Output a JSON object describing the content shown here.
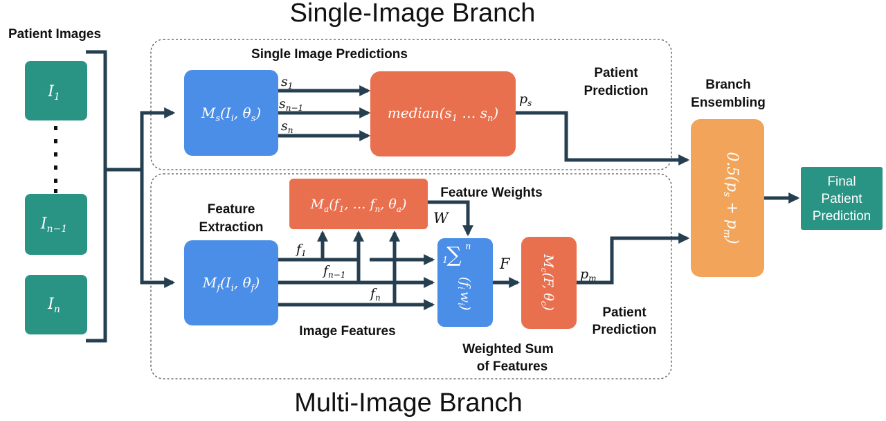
{
  "titles": {
    "single_branch": "Single-Image Branch",
    "multi_branch": "Multi-Image Branch"
  },
  "labels": {
    "patient_images": "Patient Images",
    "single_image_predictions": "Single Image Predictions",
    "patient_prediction_top_1": "Patient",
    "patient_prediction_top_2": "Prediction",
    "branch_ensembling_1": "Branch",
    "branch_ensembling_2": "Ensembling",
    "feature_extraction_1": "Feature",
    "feature_extraction_2": "Extraction",
    "feature_weights": "Feature Weights",
    "image_features": "Image Features",
    "weighted_sum_1": "Weighted Sum",
    "weighted_sum_2": "of Features",
    "patient_prediction_bottom_1": "Patient",
    "patient_prediction_bottom_2": "Prediction"
  },
  "images": {
    "i1": "I",
    "i1_sub": "1",
    "in1": "I",
    "in1_sub": "n−1",
    "in": "I",
    "in_sub": "n"
  },
  "boxes": {
    "ms": "M",
    "ms_sub": "s",
    "ms_args": "(I",
    "ms_args_sub": "i",
    "ms_args_rest": ", θ",
    "ms_theta_sub": "s",
    "ms_close": ")",
    "median": "median(s",
    "median_sub1": "1",
    "median_dots": " … s",
    "median_subn": "n",
    "median_close": ")",
    "ma": "M",
    "ma_sub": "a",
    "ma_args": "(f",
    "ma_sub1": "1",
    "ma_mid": ", … f",
    "ma_subn": "n",
    "ma_theta": ", θ",
    "ma_theta_sub": "a",
    "ma_close": ")",
    "mf": "M",
    "mf_sub": "f",
    "mf_args": "(I",
    "mf_args_sub": "i",
    "mf_rest": ", θ",
    "mf_theta_sub": "f",
    "mf_close": ")",
    "sum_sigma": "∑",
    "sum_upper": "n",
    "sum_lower": "1",
    "sum_expr": "(f",
    "sum_expr_sub": "i",
    "sum_expr_w": "w",
    "sum_expr_w_sub": "i",
    "sum_close": ")",
    "mc": "M",
    "mc_sub": "c",
    "mc_args": "(F, θ",
    "mc_theta_sub": "c",
    "mc_close": ")",
    "ensemble": "0.5(p",
    "ensemble_s": "s",
    "ensemble_plus": " + p",
    "ensemble_m": "m",
    "ensemble_close": ")",
    "final_1": "Final",
    "final_2": "Patient",
    "final_3": "Prediction"
  },
  "arrow_labels": {
    "s1": "s",
    "s1_sub": "1",
    "sn1": "s",
    "sn1_sub": "n−1",
    "sn": "s",
    "sn_sub": "n",
    "ps": "p",
    "ps_sub": "s",
    "f1": "f",
    "f1_sub": "1",
    "fn1": "f",
    "fn1_sub": "n−1",
    "fn": "f",
    "fn_sub": "n",
    "W": "W",
    "F": "F",
    "pm": "p",
    "pm_sub": "m"
  },
  "colors": {
    "teal": "#2a9484",
    "blue": "#4a8ee8",
    "orange": "#e8704f",
    "light_orange": "#f2a55a",
    "arrow": "#263f50",
    "final": "#2a9484"
  }
}
